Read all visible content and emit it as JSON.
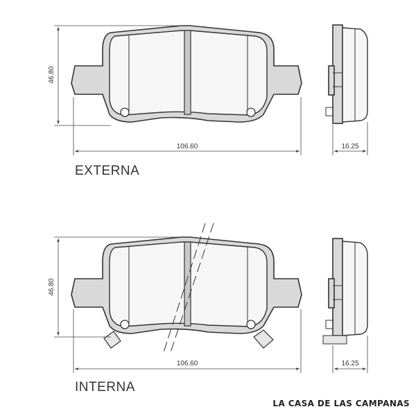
{
  "diagram": {
    "top": {
      "label": "EXTERNA",
      "height_dim": "46.80",
      "width_dim": "106.60",
      "thickness_dim": "16.25"
    },
    "bottom": {
      "label": "INTERNA",
      "height_dim": "46.80",
      "width_dim": "106.60",
      "thickness_dim": "16.25"
    }
  },
  "brand": "LA CASA DE LAS CAMPANAS"
}
